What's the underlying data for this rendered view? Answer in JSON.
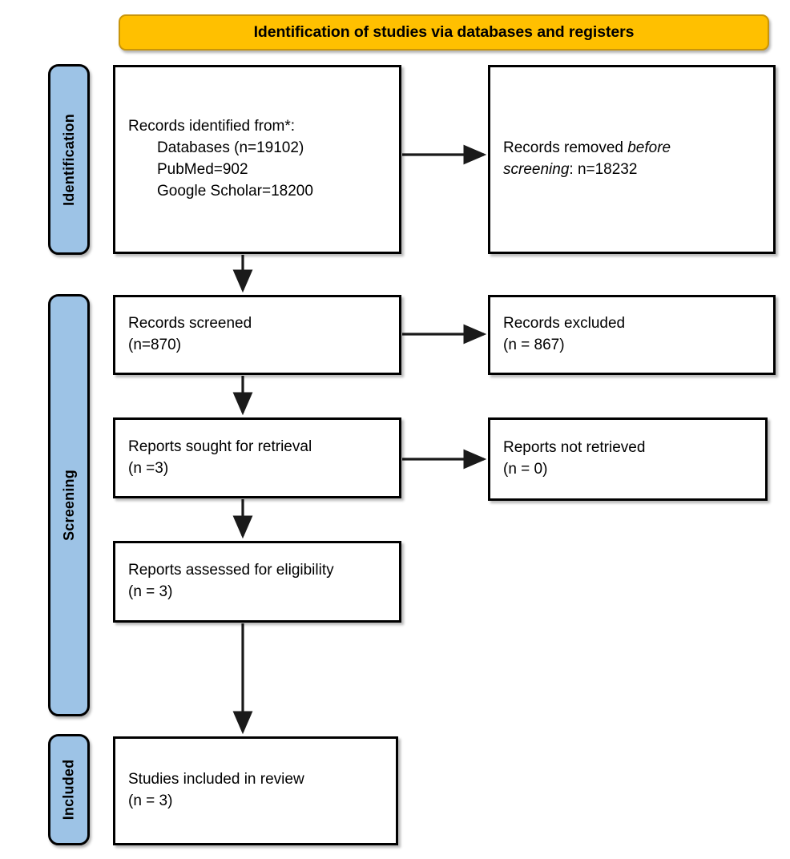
{
  "header": {
    "title": "Identification of studies via databases and registers",
    "banner_color": "#FFC000"
  },
  "stages": {
    "accent_color": "#9DC3E6",
    "identification": "Identification",
    "screening": "Screening",
    "included": "Included"
  },
  "boxes": {
    "identified": {
      "line1": "Records identified from*:",
      "line2": "Databases (n=19102)",
      "line3": "PubMed=902",
      "line4": "Google Scholar=18200"
    },
    "removed": {
      "line1_a": "Records removed ",
      "line1_em": "before",
      "line2_em": "screening",
      "line2_b": ": n=18232"
    },
    "screened": {
      "line1": "Records screened",
      "line2": "(n=870)"
    },
    "excluded": {
      "line1": "Records excluded",
      "line2": "(n = 867)"
    },
    "sought": {
      "line1": "Reports sought for retrieval",
      "line2": "(n =3)"
    },
    "not_retrieved": {
      "line1": "Reports not retrieved",
      "line2": "(n = 0)"
    },
    "assessed": {
      "line1": "Reports assessed for eligibility",
      "line2": "(n = 3)"
    },
    "included": {
      "line1": "Studies included in review",
      "line2": "(n = 3)"
    }
  },
  "chart_data": {
    "type": "diagram",
    "title": "Identification of studies via databases and registers",
    "stages": [
      "Identification",
      "Screening",
      "Included"
    ],
    "nodes": [
      {
        "id": "identified",
        "stage": "Identification",
        "label": "Records identified from*: Databases (n=19102); PubMed=902; Google Scholar=18200",
        "n": 19102
      },
      {
        "id": "removed",
        "stage": "Identification",
        "label": "Records removed before screening: n=18232",
        "n": 18232
      },
      {
        "id": "screened",
        "stage": "Screening",
        "label": "Records screened",
        "n": 870
      },
      {
        "id": "excluded",
        "stage": "Screening",
        "label": "Records excluded",
        "n": 867
      },
      {
        "id": "sought",
        "stage": "Screening",
        "label": "Reports sought for retrieval",
        "n": 3
      },
      {
        "id": "not_retrieved",
        "stage": "Screening",
        "label": "Reports not retrieved",
        "n": 0
      },
      {
        "id": "assessed",
        "stage": "Screening",
        "label": "Reports assessed for eligibility",
        "n": 3
      },
      {
        "id": "included",
        "stage": "Included",
        "label": "Studies included in review",
        "n": 3
      }
    ],
    "edges": [
      {
        "from": "identified",
        "to": "removed",
        "direction": "right"
      },
      {
        "from": "identified",
        "to": "screened",
        "direction": "down"
      },
      {
        "from": "screened",
        "to": "excluded",
        "direction": "right"
      },
      {
        "from": "screened",
        "to": "sought",
        "direction": "down"
      },
      {
        "from": "sought",
        "to": "not_retrieved",
        "direction": "right"
      },
      {
        "from": "sought",
        "to": "assessed",
        "direction": "down"
      },
      {
        "from": "assessed",
        "to": "included",
        "direction": "down"
      }
    ]
  }
}
